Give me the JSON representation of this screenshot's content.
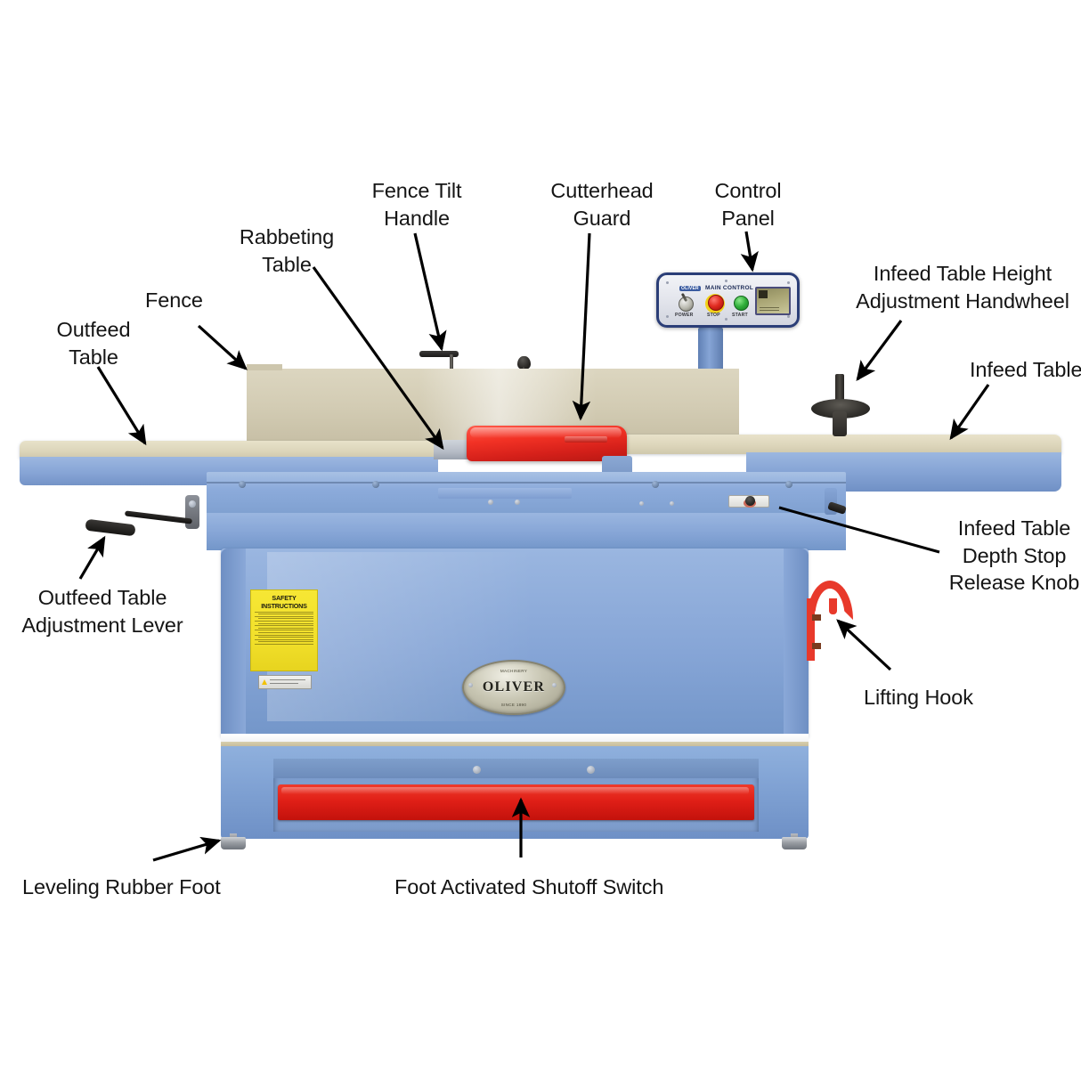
{
  "diagram": {
    "title": "Oliver Jointer Parts Callout Diagram",
    "background_color": "#ffffff",
    "label_color": "#151515",
    "leader_color": "#000000"
  },
  "callouts": [
    {
      "id": "outfeed-table",
      "label": "Outfeed\nTable"
    },
    {
      "id": "fence",
      "label": "Fence"
    },
    {
      "id": "rabbeting-table",
      "label": "Rabbeting\nTable"
    },
    {
      "id": "fence-tilt-handle",
      "label": "Fence Tilt\nHandle"
    },
    {
      "id": "cutterhead-guard",
      "label": "Cutterhead\nGuard"
    },
    {
      "id": "control-panel",
      "label": "Control\nPanel"
    },
    {
      "id": "infeed-handwheel",
      "label": "Infeed Table Height\nAdjustment Handwheel"
    },
    {
      "id": "infeed-table",
      "label": "Infeed Table"
    },
    {
      "id": "depth-stop-knob",
      "label": "Infeed Table\nDepth Stop\nRelease Knob"
    },
    {
      "id": "lifting-hook",
      "label": "Lifting Hook"
    },
    {
      "id": "outfeed-lever",
      "label": "Outfeed Table\nAdjustment Lever"
    },
    {
      "id": "leveling-foot",
      "label": "Leveling Rubber Foot"
    },
    {
      "id": "foot-shutoff",
      "label": "Foot Activated Shutoff Switch"
    }
  ],
  "machine": {
    "brand_badge": {
      "name": "OLIVER",
      "top_text": "MACHINERY",
      "sub_text": "SINCE 1890"
    },
    "safety_label": {
      "heading": "SAFETY INSTRUCTIONS",
      "color": "#f2e02b"
    },
    "control_panel": {
      "title": "MAIN CONTROL",
      "brand": "OLIVER",
      "buttons": [
        {
          "id": "power-switch",
          "label": "POWER",
          "color": "#b8b8ae"
        },
        {
          "id": "stop-button",
          "label": "STOP",
          "color": "#e02b20"
        },
        {
          "id": "start-button",
          "label": "START",
          "color": "#2fae3a"
        }
      ],
      "display": {
        "id": "counter-display",
        "color": "#a8a473"
      }
    },
    "colors": {
      "body_blue": "#86a5d6",
      "table_tan": "#ddd6bb",
      "guard_red": "#e8392b",
      "hook_red": "#e8392b",
      "safety_yellow": "#f2e02b"
    }
  }
}
